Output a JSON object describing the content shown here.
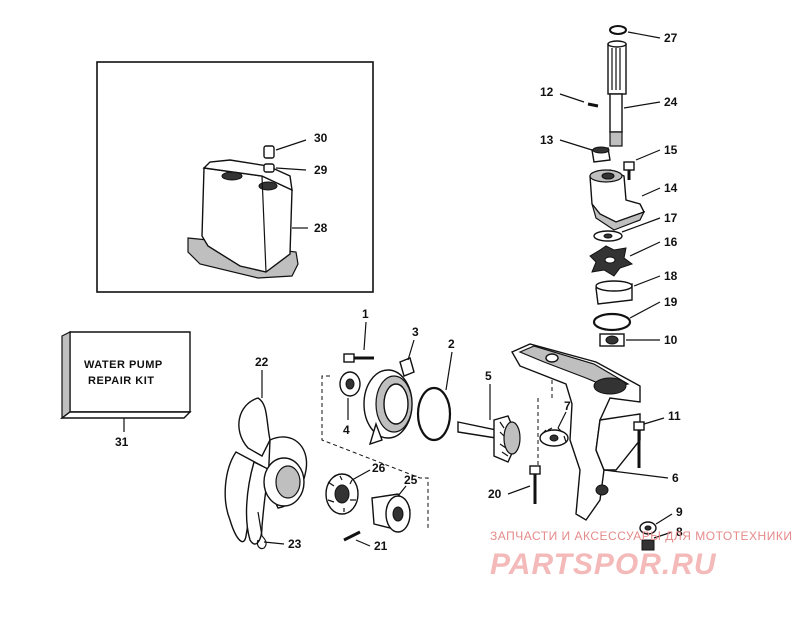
{
  "kit": {
    "line1": "WATER PUMP",
    "line2": "REPAIR KIT"
  },
  "parts": [
    {
      "id": "p1",
      "label": "1"
    },
    {
      "id": "p2",
      "label": "2"
    },
    {
      "id": "p3",
      "label": "3"
    },
    {
      "id": "p4",
      "label": "4"
    },
    {
      "id": "p5",
      "label": "5"
    },
    {
      "id": "p6",
      "label": "6"
    },
    {
      "id": "p7",
      "label": "7"
    },
    {
      "id": "p8",
      "label": "8"
    },
    {
      "id": "p9",
      "label": "9"
    },
    {
      "id": "p10",
      "label": "10"
    },
    {
      "id": "p11",
      "label": "11"
    },
    {
      "id": "p12",
      "label": "12"
    },
    {
      "id": "p13",
      "label": "13"
    },
    {
      "id": "p14",
      "label": "14"
    },
    {
      "id": "p15",
      "label": "15"
    },
    {
      "id": "p16",
      "label": "16"
    },
    {
      "id": "p17",
      "label": "17"
    },
    {
      "id": "p18",
      "label": "18"
    },
    {
      "id": "p19",
      "label": "19"
    },
    {
      "id": "p20",
      "label": "20"
    },
    {
      "id": "p21",
      "label": "21"
    },
    {
      "id": "p22",
      "label": "22"
    },
    {
      "id": "p23",
      "label": "23"
    },
    {
      "id": "p24",
      "label": "24"
    },
    {
      "id": "p25",
      "label": "25"
    },
    {
      "id": "p26",
      "label": "26"
    },
    {
      "id": "p27",
      "label": "27"
    },
    {
      "id": "p28",
      "label": "28"
    },
    {
      "id": "p29",
      "label": "29"
    },
    {
      "id": "p30",
      "label": "30"
    },
    {
      "id": "p31",
      "label": "31"
    }
  ],
  "watermark": {
    "tagline": "ЗАПЧАСТИ И АКСЕССУАРЫ ДЛЯ МОТОТЕХНИКИ",
    "brand": "PARTSPOR.RU"
  },
  "colors": {
    "ink": "#111111",
    "watermark": "#e58a8a"
  }
}
